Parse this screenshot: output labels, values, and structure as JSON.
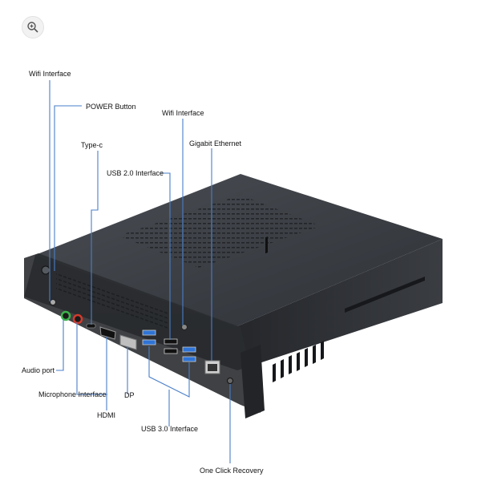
{
  "zoom_button": {
    "icon": "zoom-in-icon"
  },
  "labels": {
    "wifi_interface_left": "Wifi Interface",
    "power_button": "POWER Button",
    "type_c": "Type-c",
    "usb20": "USB 2.0 Interface",
    "wifi_interface_right": "Wifi Interface",
    "gigabit_ethernet": "Gigabit Ethernet",
    "audio_port": "Audio port",
    "microphone": "Microphone Interface",
    "dp": "DP",
    "hdmi": "HDMI",
    "usb30": "USB 3.0 Interface",
    "one_click_recovery": "One Click Recovery"
  },
  "colors": {
    "leader_line": "#4a7fc8",
    "chassis_top": "#3a3d42",
    "chassis_front": "#2b2d31",
    "usb3_port": "#2f74d6",
    "audio_green": "#3bb34a",
    "mic_red": "#d33a2c"
  }
}
